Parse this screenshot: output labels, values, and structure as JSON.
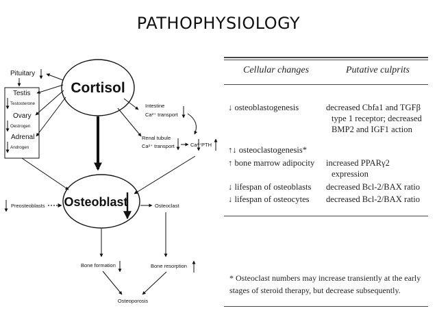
{
  "slide": {
    "title": "PATHOPHYSIOLOGY"
  },
  "diagram": {
    "nodes": {
      "cortisol": "Cortisol",
      "osteoblast": "Osteoblast",
      "pituitary": "Pituitary",
      "testis": "Testis",
      "testosterone": "Testosterone",
      "ovary": "Ovary",
      "oestrogen": "Oestrogen",
      "adrenal": "Adrenal",
      "androgen": "Androgen",
      "intestine": "Intestine",
      "intestine_transport": "Ca²⁺ transport",
      "renal": "Renal tubule",
      "renal_transport": "Ca²⁺ transport",
      "ca": "Ca²⁺",
      "pth": "PTH",
      "preosteoblasts": "Preosteoblasts",
      "osteoclast": "Osteoclast",
      "bone_formation": "Bone formation",
      "bone_resorption": "Bone resorption",
      "osteoporosis": "Osteoporosis"
    }
  },
  "table": {
    "headers": {
      "changes": "Cellular changes",
      "culprits": "Putative culprits"
    },
    "rows": [
      {
        "change": "↓ osteoblastogenesis",
        "culprit_lines": [
          "decreased Cbfa1 and TGFβ",
          "type 1 receptor; decreased",
          "BMP2 and IGF1 action"
        ]
      },
      {
        "change": "↑↓ osteoclastogenesis*",
        "culprit_lines": []
      },
      {
        "change": "↑ bone marrow adipocity",
        "culprit_lines": [
          "increased PPARγ2",
          "expression"
        ]
      },
      {
        "change": "↓ lifespan of osteoblasts",
        "culprit_lines": [
          "decreased Bcl-2/BAX ratio"
        ]
      },
      {
        "change": "↓ lifespan of osteocytes",
        "culprit_lines": [
          "decreased Bcl-2/BAX ratio"
        ]
      }
    ],
    "footnote": "* Osteoclast numbers may increase transiently at the early stages of steroid therapy, but decrease subsequently."
  }
}
